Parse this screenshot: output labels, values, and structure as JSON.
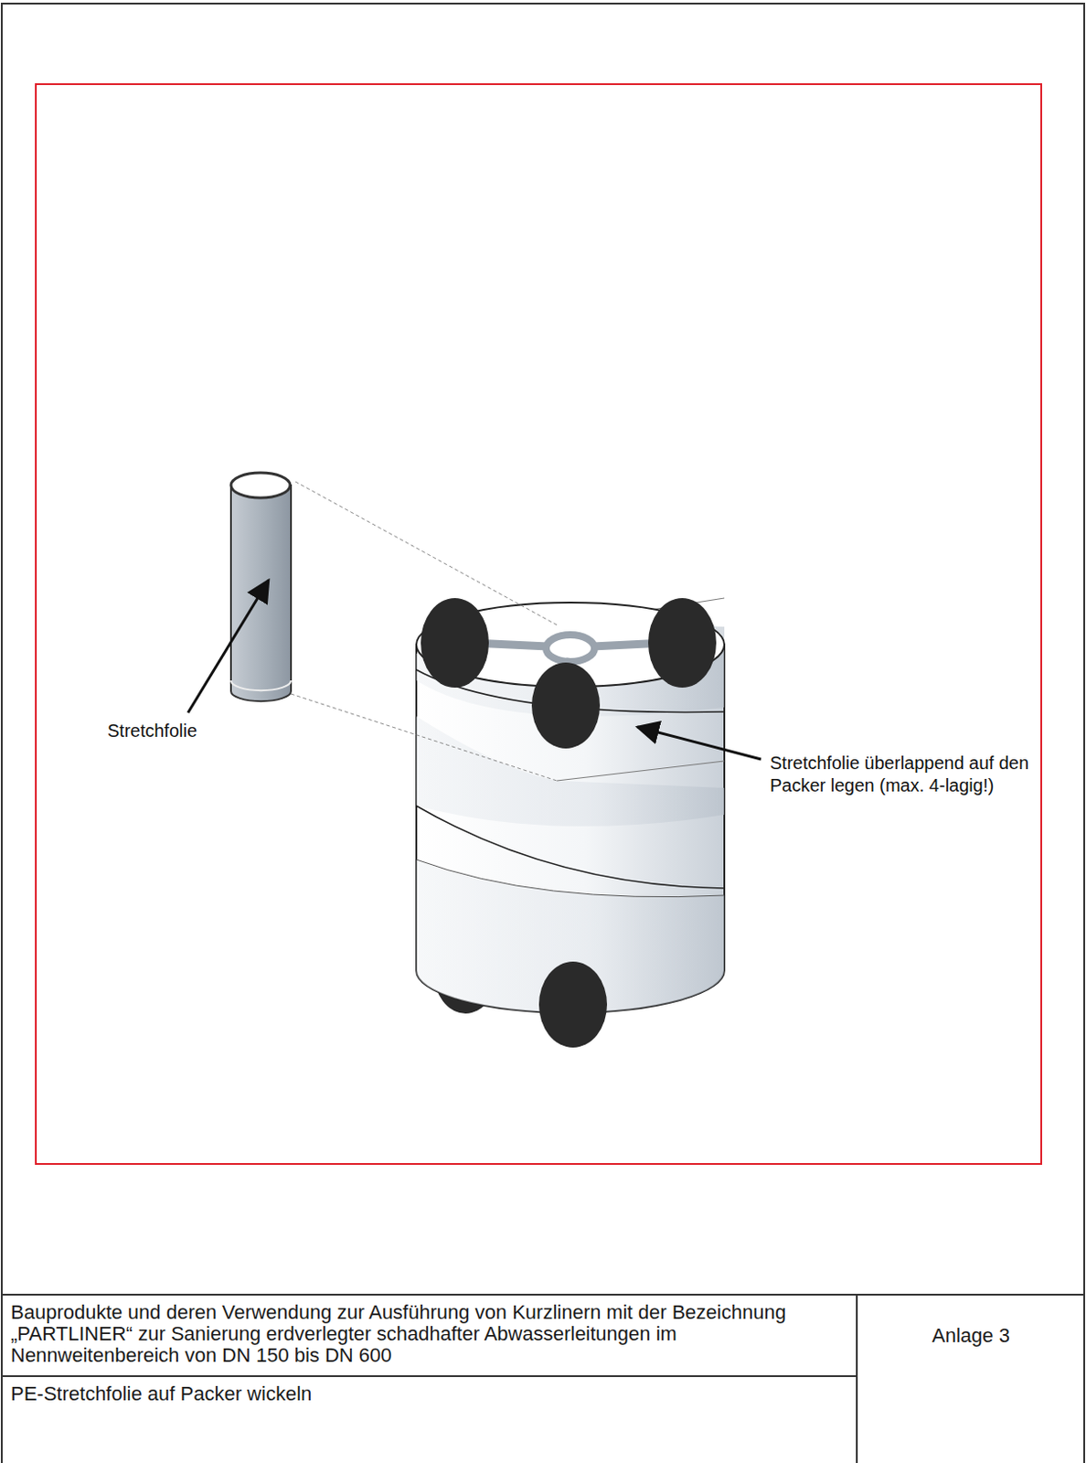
{
  "diagram": {
    "nodes": [
      {
        "text": [
          "Bauprodukte und deren Verwendung zur Ausführung von Kurzlinern mit der Bezeichnung „PARTLINER“ zur Sanierung erdverlegter schadhafter Abwasserleitungen im Nennweitenbereich von DN 150 bis DN 600"
        ]
      },
      {
        "text": [
          "Anlage 3"
        ]
      },
      {
        "text": [
          "PE-Stretchfolie auf Packer wickeln"
        ]
      }
    ],
    "labels": [
      "Stretchfolie",
      "Stretchfolie überlappend auf den Packer legen (max. 4-lagig!)"
    ]
  }
}
